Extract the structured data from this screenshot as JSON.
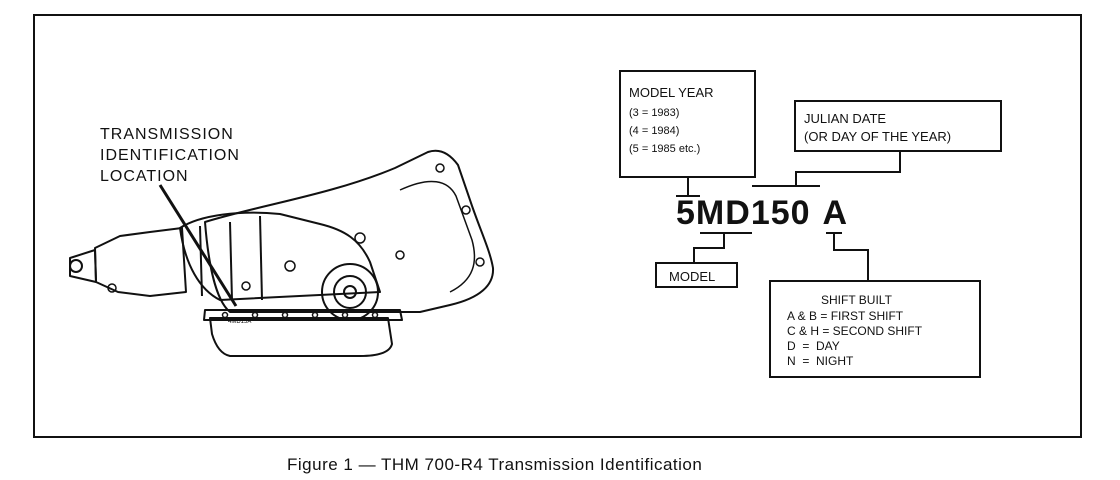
{
  "callout": {
    "line1": "TRANSMISSION",
    "line2": "IDENTIFICATION",
    "line3": "LOCATION"
  },
  "model_year_box": {
    "title": "MODEL YEAR",
    "items": [
      "(3 = 1983)",
      "(4 = 1984)",
      "(5 = 1985 etc.)"
    ]
  },
  "julian_box": {
    "line1": "JULIAN DATE",
    "line2": "(OR DAY OF THE YEAR)"
  },
  "code": {
    "year": "5",
    "model": "MD",
    "julian": "150",
    "shift": "A"
  },
  "model_box": {
    "label": "MODEL"
  },
  "shift_box": {
    "title": "SHIFT BUILT",
    "items": [
      "A & B = FIRST SHIFT",
      "C & H = SECOND SHIFT",
      "D  =  DAY",
      "N  =  NIGHT"
    ]
  },
  "pan_stamp": "4MD15A",
  "caption": "Figure 1 — THM 700-R4 Transmission Identification"
}
